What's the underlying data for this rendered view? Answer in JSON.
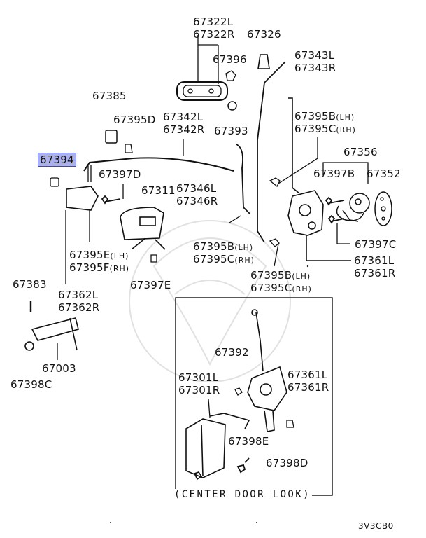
{
  "labels": {
    "p67322": "67322L",
    "p67322r": "67322R",
    "p67326": "67326",
    "p67396": "67396",
    "p67343": "67343L",
    "p67343r": "67343R",
    "p67385": "67385",
    "p67395d": "67395D",
    "p67342": "67342L",
    "p67342r": "67342R",
    "p67393": "67393",
    "p67395b_top": "67395B",
    "p67395c_top": "67395C",
    "lh": "(LH)",
    "rh": "(RH)",
    "p67394": "67394",
    "p67397d": "67397D",
    "p67356": "67356",
    "p67397b": "67397B",
    "p67352": "67352",
    "p67311": "67311",
    "p67346": "67346L",
    "p67346r": "67346R",
    "p67395b_mid": "67395B",
    "p67395c_mid": "67395C",
    "p67397c": "67397C",
    "p67395e": "67395E",
    "p67395f": "67395F",
    "p67397e": "67397E",
    "p67361": "67361L",
    "p67361r": "67361R",
    "p67395b_low": "67395B",
    "p67395c_low": "67395C",
    "p67383": "67383",
    "p67362": "67362L",
    "p67362r": "67362R",
    "p67392": "67392",
    "p67361_c": "67361L",
    "p67361r_c": "67361R",
    "p67003": "67003",
    "p67301": "67301L",
    "p67301r": "67301R",
    "p67398c": "67398C",
    "p67398e": "67398E",
    "p67398d": "67398D"
  },
  "frame_title": "(CENTER DOOR LOOK)",
  "diagram_code": "3V3CB0",
  "highlight_color": "#aab0ec"
}
